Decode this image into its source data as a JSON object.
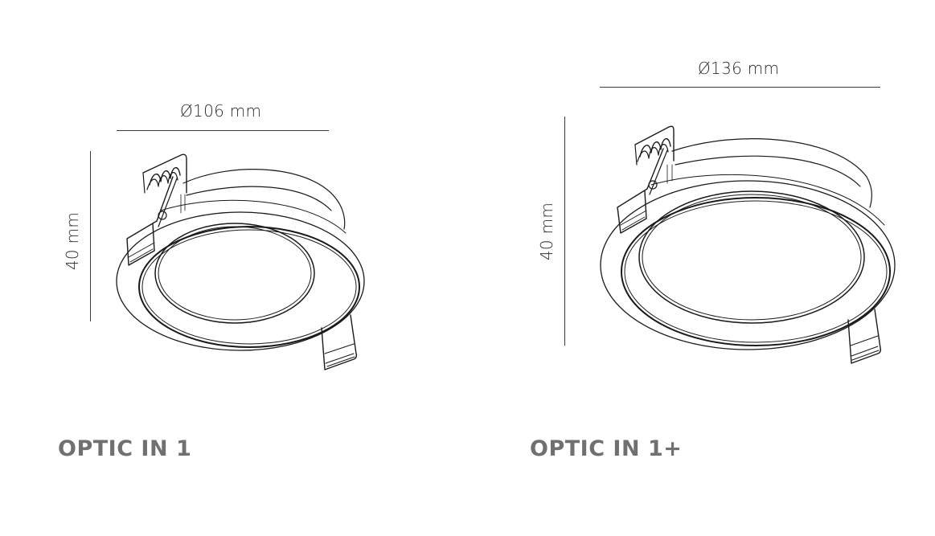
{
  "products": [
    {
      "name": "OPTIC IN 1",
      "diameter_label": "Ø106 mm",
      "height_label": "40 mm"
    },
    {
      "name": "OPTIC IN 1+",
      "diameter_label": "Ø136 mm",
      "height_label": "40 mm"
    }
  ],
  "colors": {
    "product_name": "#707073",
    "dimension_text": "#2c2c2c",
    "dimension_line": "#3a3a3a",
    "drawing_stroke": "#1a1a1a",
    "background": "#ffffff"
  }
}
